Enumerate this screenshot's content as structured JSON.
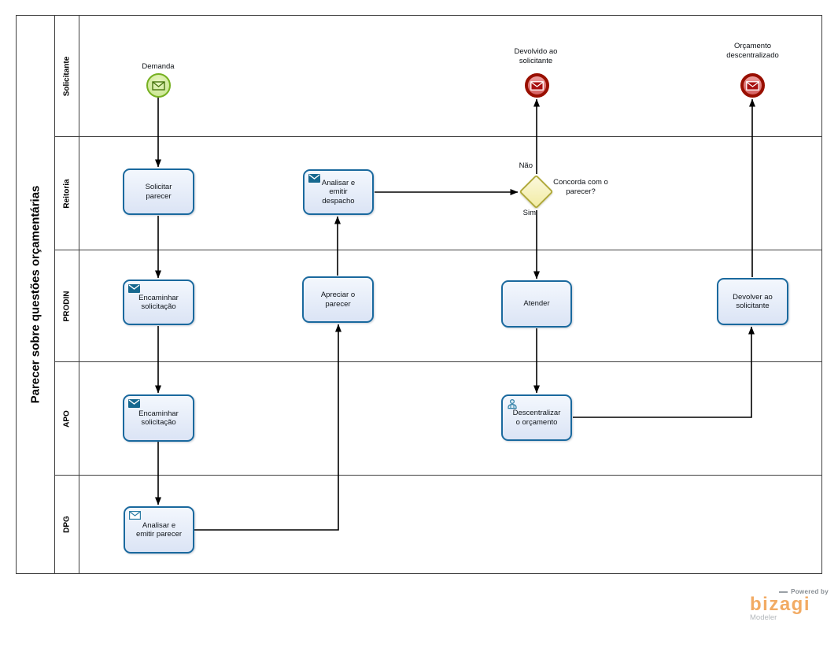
{
  "pool": {
    "title": "Parecer sobre questões orçamentárias"
  },
  "lanes": [
    {
      "label": "Solicitante"
    },
    {
      "label": "Reitoria"
    },
    {
      "label": "PRODIN"
    },
    {
      "label": "APO"
    },
    {
      "label": "DPG"
    }
  ],
  "events": {
    "start": {
      "label": "Demanda",
      "type": "message-start-event"
    },
    "end_devolvido": {
      "label": "Devolvido ao solicitante",
      "type": "message-end-event"
    },
    "end_orcamento": {
      "label": "Orçamento descentralizado",
      "type": "message-end-event"
    }
  },
  "tasks": {
    "solicitar_parecer": {
      "label": "Solicitar parecer"
    },
    "analisar_emitir_despacho": {
      "label": "Analisar e emitir despacho",
      "icon": "message-send-icon"
    },
    "encaminhar_solicitacao_prodin": {
      "label": "Encaminhar solicitação",
      "icon": "message-send-icon"
    },
    "apreciar_o_parecer": {
      "label": "Apreciar o parecer"
    },
    "atender": {
      "label": "Atender"
    },
    "devolver_ao_solicitante": {
      "label": "Devolver ao solicitante"
    },
    "encaminhar_solicitacao_apo": {
      "label": "Encaminhar solicitação",
      "icon": "message-send-icon"
    },
    "descentralizar_o_orcamento": {
      "label": "Descentralizar o orçamento",
      "icon": "user-icon"
    },
    "analisar_emitir_parecer": {
      "label": "Analisar e emitir parecer",
      "icon": "message-receive-icon"
    }
  },
  "gateway": {
    "question": "Concorda com o parecer?",
    "no_label": "Não",
    "yes_label": "Sim"
  },
  "logo": {
    "powered_by": "Powered by",
    "brand": "bizagi",
    "product": "Modeler"
  },
  "colors": {
    "task_border": "#1a699e",
    "task_fill_top": "#f3f7fd",
    "task_fill_bottom": "#dbe4f5",
    "start_border": "#76b021",
    "start_fill": "#d9efa4",
    "end_border": "#990f00",
    "end_fill": "#df7b7b",
    "gateway_border": "#b0a93a",
    "gateway_fill": "#f8f4c4",
    "line": "#000000",
    "lane_border": "#3f3f3f",
    "brand_orange": "#f2ab64"
  }
}
